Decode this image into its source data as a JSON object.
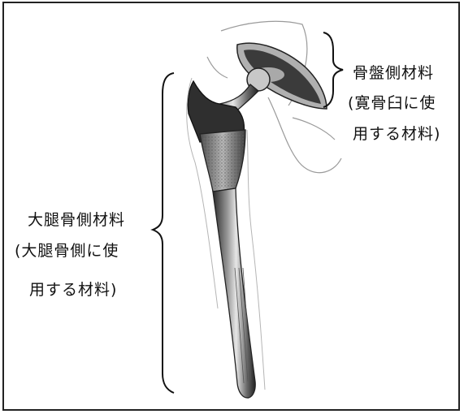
{
  "acetabular": {
    "line1": "骨盤側材料",
    "line2": "(寛骨臼に使",
    "line3": "用する材料)"
  },
  "femoral": {
    "line1": "大腿骨側材料",
    "line2": "(大腿骨側に使",
    "line3": "用する材料)"
  },
  "colors": {
    "frame": "#222222",
    "ink": "#111111",
    "metal_dark": "#3a3a3a",
    "metal_mid": "#8a8a8a",
    "metal_light": "#d8d8d8"
  }
}
